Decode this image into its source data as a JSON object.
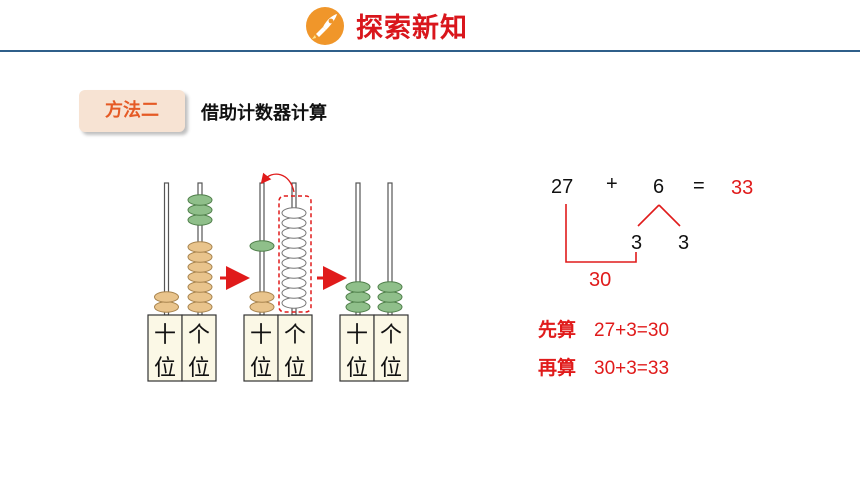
{
  "header": {
    "title": "探索新知",
    "logo_icon": "rocket-icon",
    "accent": "#d9161c"
  },
  "method": {
    "tag": "方法二",
    "description": "借助计数器计算"
  },
  "abacus": {
    "place_labels": {
      "tens": [
        "十",
        "位"
      ],
      "ones": [
        "个",
        "位"
      ]
    },
    "stages": [
      {
        "tens_beads": 2,
        "ones_beads": 7,
        "ones_highlight_beads": 3,
        "ghost_beads": 0
      },
      {
        "tens_beads": 2,
        "ones_beads": 0,
        "ones_highlight_beads": 0,
        "tens_new_beads": 1,
        "ghost_beads": 10
      },
      {
        "tens_beads": 3,
        "ones_beads": 0,
        "ones_highlight_beads": 3,
        "ghost_beads": 0
      }
    ]
  },
  "equation": {
    "a": "27",
    "op": "+",
    "b": "6",
    "eq": "=",
    "result": "33",
    "split_left": "3",
    "split_right": "3",
    "subtotal": "30"
  },
  "steps": [
    {
      "label": "先算",
      "expr": "27+3=30"
    },
    {
      "label": "再算",
      "expr": "30+3=33"
    }
  ],
  "colors": {
    "bead_tan": "#e9c48c",
    "bead_green": "#8fbf8a",
    "red": "#e01b1b",
    "ghost": "#ffffff"
  }
}
